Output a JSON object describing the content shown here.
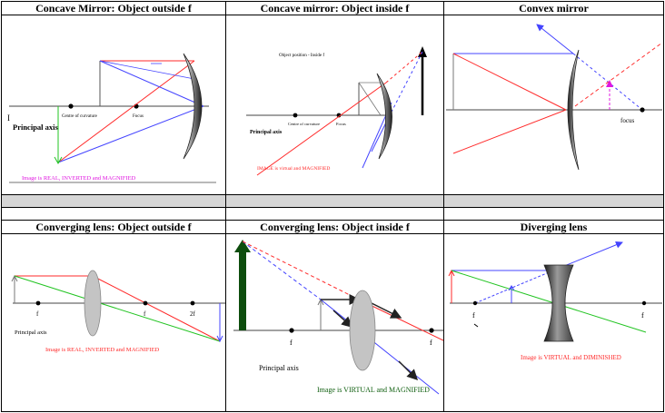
{
  "cells": [
    {
      "title": "Concave Mirror: Object outside f",
      "labels": {
        "centre": "Centre of curvature",
        "focus": "Focus",
        "axis": "Principal  axis",
        "tick": "I",
        "image": "Image is REAL, INVERTED and MAGNIFIED"
      }
    },
    {
      "title": "Concave mirror: Object inside f",
      "labels": {
        "position": "Object position - Inside f",
        "centre": "Centre of curvature",
        "focus": "Focus",
        "axis": "Principal  axis",
        "image": "IMAGE is virtual and MAGNIFIED"
      }
    },
    {
      "title": "Convex mirror",
      "labels": {
        "focus": "focus"
      }
    },
    {
      "title": "Converging lens: Object outside f",
      "labels": {
        "f1": "f",
        "f2": "f",
        "f3": "2f",
        "axis": "Principal axis",
        "image": "Image is REAL, INVERTED and MAGNIFIED"
      }
    },
    {
      "title": "Converging lens: Object inside f",
      "labels": {
        "f1": "f",
        "f2": "f",
        "axis": "Principal axis",
        "image": "Image is VIRTUAL and MAGNIFIED"
      }
    },
    {
      "title": "Diverging lens",
      "labels": {
        "f1": "f",
        "f2": "f",
        "image": "Image is VIRTUAL and DIMINISHED"
      }
    }
  ],
  "colors": {
    "red": "#ff2a2a",
    "blue": "#4444ff",
    "green": "#22c422",
    "magenta": "#e018e0",
    "darkgreen": "#0d4d0d",
    "band": "#d6d6d6"
  }
}
